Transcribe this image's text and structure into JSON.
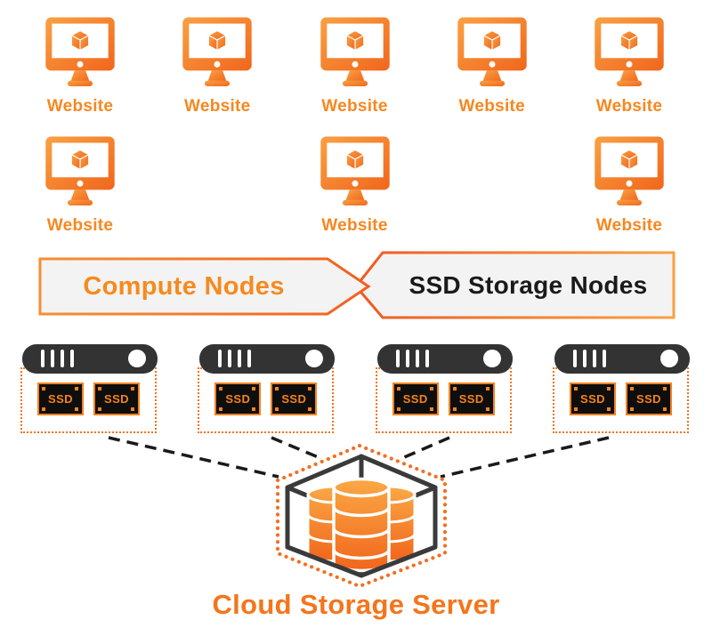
{
  "palette": {
    "orange": "#F47B20",
    "orange_light": "#F9A143",
    "orange_deep": "#F1661C",
    "dark_gray": "#333333",
    "black_text": "#1A1A1A",
    "banner_fill": "#F3F3F3",
    "chip_background": "#0E0E0E",
    "white": "#FFFFFF"
  },
  "websites": {
    "items": [
      {
        "label": "Website"
      },
      {
        "label": "Website"
      },
      {
        "label": "Website"
      },
      {
        "label": "Website"
      },
      {
        "label": "Website"
      },
      {
        "label": "Website"
      },
      {
        "label": "Website"
      },
      {
        "label": "Website"
      }
    ]
  },
  "banner": {
    "left_label": "Compute Nodes",
    "right_label": "SSD Storage Nodes"
  },
  "storage_nodes": {
    "groups": [
      {
        "chips": [
          "SSD",
          "SSD"
        ]
      },
      {
        "chips": [
          "SSD",
          "SSD"
        ]
      },
      {
        "chips": [
          "SSD",
          "SSD"
        ]
      },
      {
        "chips": [
          "SSD",
          "SSD"
        ]
      }
    ]
  },
  "cloud_server": {
    "label": "Cloud Storage Server"
  }
}
